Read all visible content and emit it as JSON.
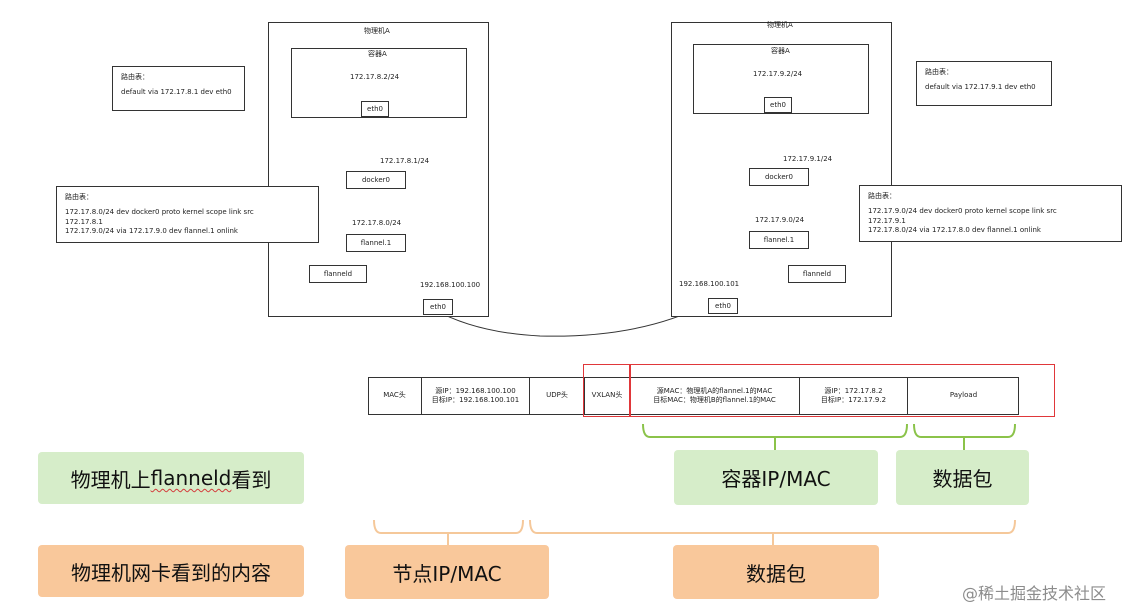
{
  "host_left": {
    "title": "物理机A",
    "container_title": "容器A",
    "container_ip": "172.17.8.2/24",
    "eth0_in_container": "eth0",
    "docker0_ip": "172.17.8.1/24",
    "docker0": "docker0",
    "flannel_subnet": "172.17.8.0/24",
    "flannel": "flannel.1",
    "flanneld": "flanneld",
    "host_ip": "192.168.100.100",
    "host_eth0": "eth0",
    "container_route": {
      "title": "路由表：",
      "line1": "default via 172.17.8.1 dev eth0"
    },
    "host_route": {
      "title": "路由表：",
      "line1": "172.17.8.0/24 dev docker0  proto kernel  scope link  src",
      "line2": "172.17.8.1",
      "line3": "172.17.9.0/24 via 172.17.9.0 dev flannel.1 onlink"
    }
  },
  "host_right": {
    "title": "物理机A",
    "container_title": "容器A",
    "container_ip": "172.17.9.2/24",
    "eth0_in_container": "eth0",
    "docker0_ip": "172.17.9.1/24",
    "docker0": "docker0",
    "flannel_subnet": "172.17.9.0/24",
    "flannel": "flannel.1",
    "flanneld": "flanneld",
    "host_ip": "192.168.100.101",
    "host_eth0": "eth0",
    "container_route": {
      "title": "路由表：",
      "line1": "default via 172.17.9.1 dev eth0"
    },
    "host_route": {
      "title": "路由表：",
      "line1": "172.17.9.0/24 dev docker0  proto kernel  scope link  src",
      "line2": "172.17.9.1",
      "line3": "172.17.8.0/24 via 172.17.8.0 dev flannel.1 onlink"
    }
  },
  "packet": {
    "mac": "MAC头",
    "ip_src": "源IP：192.168.100.100",
    "ip_dst": "目标IP：192.168.100.101",
    "udp": "UDP头",
    "vxlan": "VXLAN头",
    "inner_mac_src": "源MAC：物理机A的flannel.1的MAC",
    "inner_mac_dst": "目标MAC：物理机B的flannel.1的MAC",
    "inner_ip_src": "源IP：172.17.8.2",
    "inner_ip_dst": "目标IP：172.17.9.2",
    "payload": "Payload"
  },
  "labels": {
    "flanneld_view_pre": "物理机上",
    "flanneld_view_word": "flanneld",
    "flanneld_view_post": "看到",
    "nic_view": "物理机网卡看到的内容",
    "container_ipmac": "容器IP/MAC",
    "data_packet_top": "数据包",
    "node_ipmac": "节点IP/MAC",
    "data_packet_bottom": "数据包"
  },
  "watermark": "@稀土掘金技术社区",
  "colors": {
    "green": "#d6edc9",
    "orange": "#f9c89b",
    "bracket_green": "#8bc34a",
    "bracket_orange": "#f5c89a",
    "highlight_red": "#e0373a"
  }
}
